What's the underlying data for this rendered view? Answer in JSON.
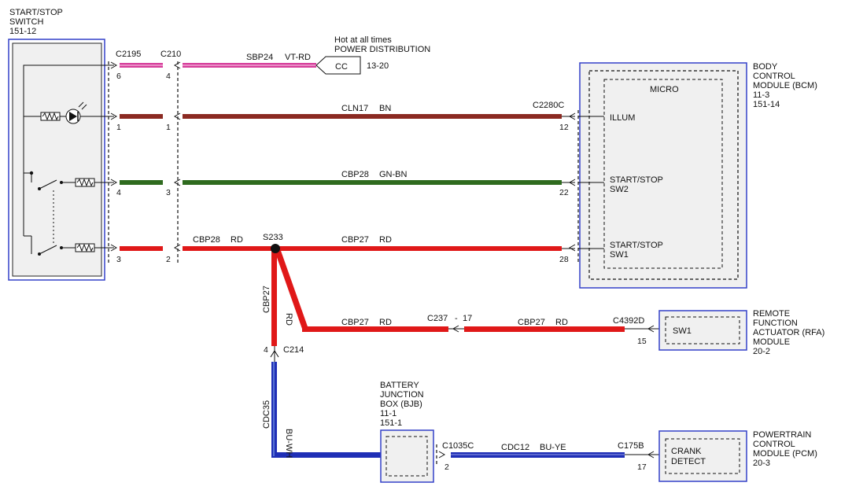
{
  "colors": {
    "wire_vt_rd": "#d53d9a",
    "wire_vt_rd_stripe": "#f2a6d3",
    "wire_bn": "#8b2a22",
    "wire_gn_bn": "#2f6b1f",
    "wire_rd": "#e01818",
    "wire_bu": "#1f2fb6",
    "module_border": "#3340c8",
    "module_fill": "#f0f0f0"
  },
  "modules": {
    "start_stop_switch": {
      "name_line1": "START/STOP",
      "name_line2": "SWITCH",
      "ref": "151-12"
    },
    "bcm": {
      "line1": "BODY",
      "line2": "CONTROL",
      "line3": "MODULE (BCM)",
      "ref1": "11-3",
      "ref2": "151-14",
      "micro": "MICRO",
      "pin_illum": "ILLUM",
      "pin_sw2_line1": "START/STOP",
      "pin_sw2_line2": "SW2",
      "pin_sw1_line1": "START/STOP",
      "pin_sw1_line2": "SW1"
    },
    "rfa": {
      "line1": "REMOTE",
      "line2": "FUNCTION",
      "line3": "ACTUATOR (RFA)",
      "line4": "MODULE",
      "ref": "20-2",
      "pin_label": "SW1"
    },
    "bjb": {
      "line1": "BATTERY",
      "line2": "JUNCTION",
      "line3": "BOX (BJB)",
      "ref1": "11-1",
      "ref2": "151-1"
    },
    "pcm": {
      "line1": "POWERTRAIN",
      "line2": "CONTROL",
      "line3": "MODULE (PCM)",
      "ref": "20-3",
      "pin_line1": "CRANK",
      "pin_line2": "DETECT"
    }
  },
  "power": {
    "note": "Hot at all times",
    "title": "POWER DISTRIBUTION",
    "ref": "13-20",
    "tag": "CC"
  },
  "connectors": {
    "c2195": "C2195",
    "c210": "C210",
    "c2280c": "C2280C",
    "s233": "S233",
    "c237": "C237",
    "c237_pin": "17",
    "c4392d": "C4392D",
    "c214": "C214",
    "c1035c": "C1035C",
    "c175b": "C175B"
  },
  "wires": {
    "sbp24": {
      "circuit": "SBP24",
      "color": "VT-RD"
    },
    "cln17": {
      "circuit": "CLN17",
      "color": "BN"
    },
    "cbp28_gn": {
      "circuit": "CBP28",
      "color": "GN-BN"
    },
    "cbp28_rd": {
      "circuit": "CBP28",
      "color": "RD"
    },
    "cbp27_rd": {
      "circuit": "CBP27",
      "color": "RD"
    },
    "cbp27_vert": {
      "circuit": "CBP27",
      "color": "RD"
    },
    "cbp27_rfa_a": {
      "circuit": "CBP27",
      "color": "RD"
    },
    "cbp27_rfa_b": {
      "circuit": "CBP27",
      "color": "RD"
    },
    "cdc35": {
      "circuit": "CDC35",
      "color": "BU-WH"
    },
    "cdc12": {
      "circuit": "CDC12",
      "color": "BU-YE"
    }
  },
  "pins": {
    "c2195_row1": "6",
    "c210_row1": "4",
    "c2195_row2": "1",
    "c210_row2": "1",
    "c2280c_row2": "12",
    "c2195_row3": "4",
    "c210_row3": "3",
    "c2280c_row3": "22",
    "c2195_row4": "3",
    "c210_row4": "2",
    "c2280c_row4": "28",
    "c4392d": "15",
    "c214": "4",
    "c1035c": "2",
    "c175b": "17"
  }
}
